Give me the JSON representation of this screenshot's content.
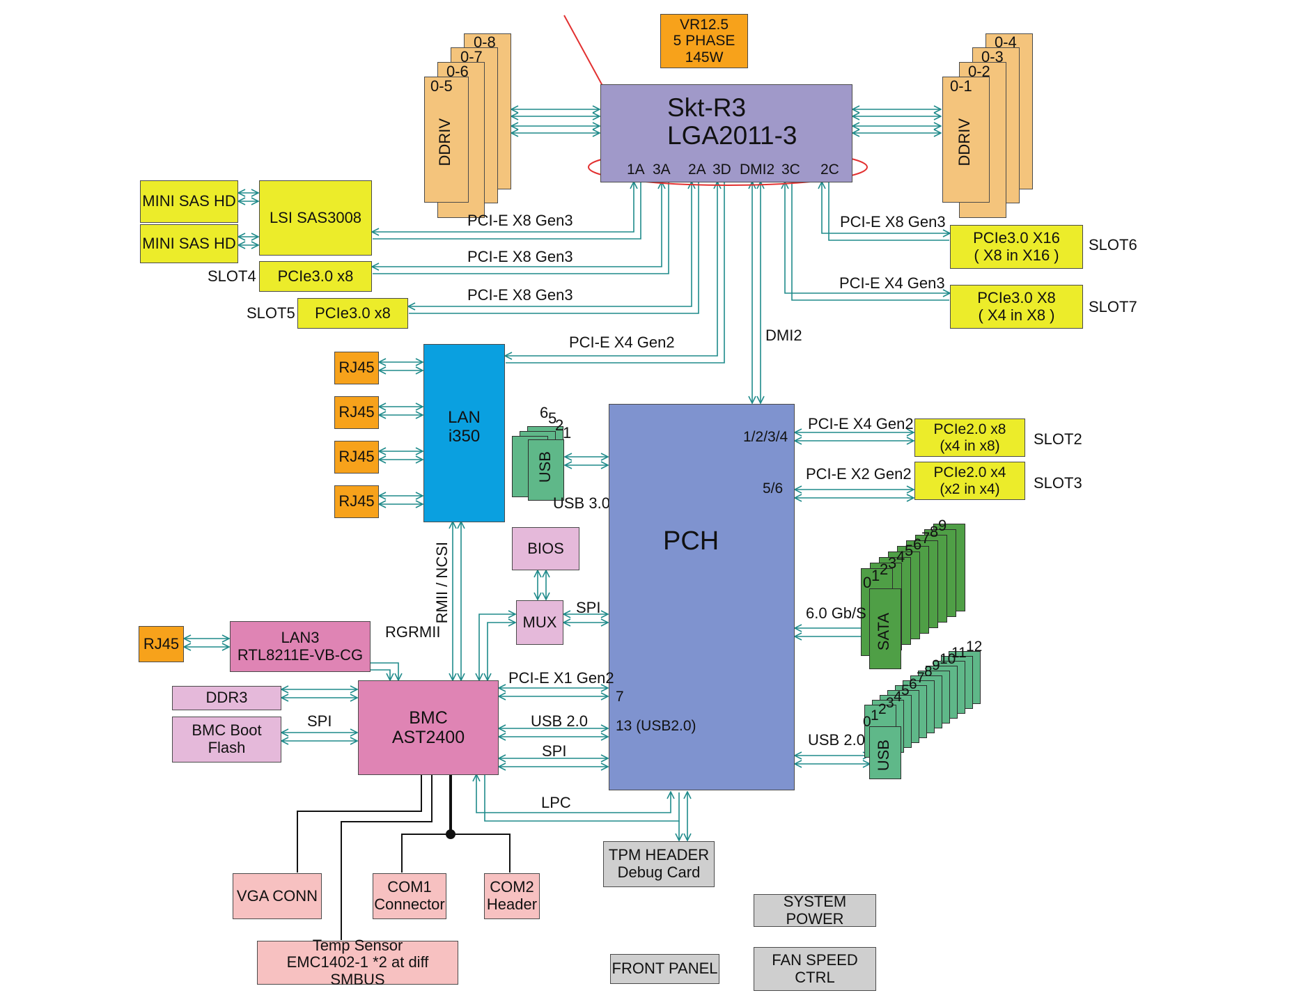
{
  "cpu": {
    "line1": "Skt-R3",
    "line2": "LGA2011-3",
    "ports": [
      "1A",
      "3A",
      "2A",
      "3D",
      "DMI2",
      "3C",
      "2C"
    ]
  },
  "vr": "VR12.5\n5 PHASE\n145W",
  "dimms_left": {
    "labels": [
      "0-8",
      "0-7",
      "0-6",
      "0-5"
    ],
    "type": "DDRIV"
  },
  "dimms_right": {
    "labels": [
      "0-4",
      "0-3",
      "0-2",
      "0-1"
    ],
    "type": "DDRIV"
  },
  "mini_sas": [
    "MINI SAS HD",
    "MINI SAS HD"
  ],
  "lsi": "LSI SAS3008",
  "slot4": {
    "slot": "SLOT4",
    "label": "PCIe3.0 x8"
  },
  "slot5": {
    "slot": "SLOT5",
    "label": "PCIe3.0 x8"
  },
  "slot6": {
    "slot": "SLOT6",
    "label": "PCIe3.0 X16\n( X8 in X16 )"
  },
  "slot7": {
    "slot": "SLOT7",
    "label": "PCIe3.0 X8\n( X4 in X8 )"
  },
  "slot2": {
    "slot": "SLOT2",
    "label": "PCIe2.0 x8\n(x4 in x8)"
  },
  "slot3": {
    "slot": "SLOT3",
    "label": "PCIe2.0 x4\n(x2 in x4)"
  },
  "links": {
    "l_1a": "PCI-E X8 Gen3",
    "l_3a": "PCI-E X8 Gen3",
    "l_2a": "PCI-E X8 Gen3",
    "l_2c": "PCI-E X8 Gen3",
    "l_3c": "PCI-E X4 Gen3",
    "l_lan": "PCI-E X4 Gen2",
    "l_dmi": "DMI2",
    "l_slot2": "PCI-E X4 Gen2",
    "l_slot3": "PCI-E X2 Gen2",
    "l_usb3": "USB 3.0",
    "l_sata": "6.0 Gb/S",
    "l_usb2r": "USB 2.0",
    "l_rmii": "RMII / NCSI",
    "l_rgrmii": "RGRMII",
    "l_spi_mux": "SPI",
    "l_pcie_bmc": "PCI-E X1 Gen2",
    "l_usb_bmc": "USB 2.0",
    "l_spi_bmc": "SPI",
    "l_spi_flash": "SPI",
    "l_lpc": "LPC"
  },
  "rj45": [
    "RJ45",
    "RJ45",
    "RJ45",
    "RJ45",
    "RJ45"
  ],
  "lan": "LAN\ni350",
  "usb3_stack": {
    "numbers": [
      "6",
      "5",
      "2",
      "1"
    ],
    "label": "USB"
  },
  "pch": {
    "title": "PCH",
    "port_1234": "1/2/3/4",
    "port_56": "5/6",
    "port_7": "7",
    "port_13": "13 (USB2.0)"
  },
  "bios": "BIOS",
  "mux": "MUX",
  "sata_stack": {
    "numbers": [
      "0",
      "1",
      "2",
      "3",
      "4",
      "5",
      "6",
      "7",
      "8",
      "9"
    ],
    "label": "SATA"
  },
  "usb2_stack": {
    "numbers": [
      "0",
      "1",
      "2",
      "3",
      "4",
      "5",
      "6",
      "7",
      "8",
      "9",
      "10",
      "11",
      "12"
    ],
    "label": "USB"
  },
  "lan3": "LAN3\nRTL8211E-VB-CG",
  "ddr3": "DDR3",
  "bmc_flash": "BMC Boot Flash",
  "bmc": "BMC\nAST2400",
  "vga": "VGA CONN",
  "com1": "COM1\nConnector",
  "com2": "COM2\nHeader",
  "temp": "Temp Sensor\nEMC1402-1 *2 at diff SMBUS",
  "tpm": "TPM HEADER\nDebug Card",
  "sys_power": "SYSTEM POWER",
  "front_panel": "FRONT PANEL",
  "fan_speed": "FAN SPEED\nCTRL",
  "colors": {
    "arrow": "#1e8a8a",
    "annotation": "#e23030",
    "cpu": "#a099c9",
    "pch": "#7f93cf",
    "bmc": "#df84b4",
    "slot": "#ecec2a"
  }
}
